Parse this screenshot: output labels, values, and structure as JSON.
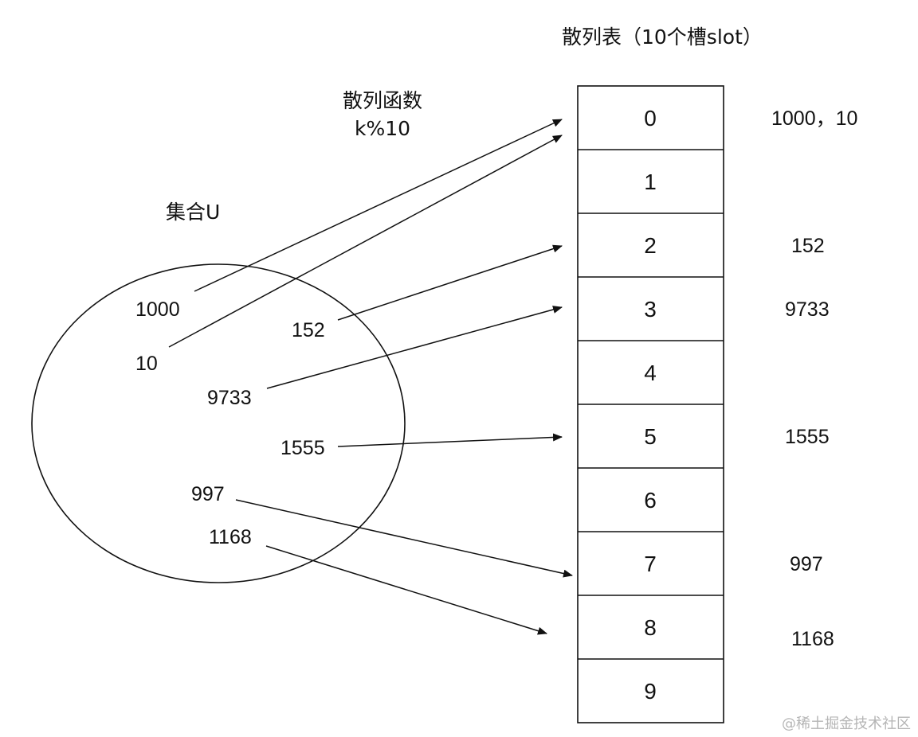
{
  "table_title": "散列表（10个槽slot）",
  "hash_function": {
    "line1": "散列函数",
    "line2": "k%10"
  },
  "set_label": "集合U",
  "slots": [
    "0",
    "1",
    "2",
    "3",
    "4",
    "5",
    "6",
    "7",
    "8",
    "9"
  ],
  "keys": [
    "1000",
    "10",
    "152",
    "9733",
    "1555",
    "997",
    "1168"
  ],
  "stored_values": {
    "slot0": "1000，10",
    "slot2": "152",
    "slot3": "9733",
    "slot5": "1555",
    "slot7": "997",
    "slot8": "1168"
  },
  "watermark": "@稀土掘金技术社区"
}
